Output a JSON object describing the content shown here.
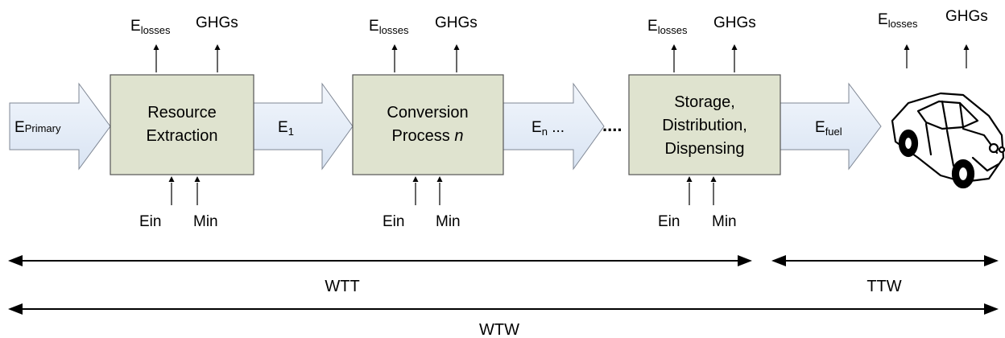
{
  "colors": {
    "block_fill": "#dfe3cf",
    "block_stroke": "#555555",
    "arrow_fill": "#e7eef8",
    "arrow_stroke": "#7f8794",
    "line": "#000000"
  },
  "stages": [
    {
      "line1": "Resource",
      "line2": "Extraction",
      "line3": "",
      "italic": ""
    },
    {
      "line1": "Conversion",
      "line2": "Process",
      "line3": "",
      "italic": "n"
    },
    {
      "line1": "Storage,",
      "line2": "Distribution,",
      "line3": "Dispensing",
      "italic": ""
    }
  ],
  "flows": [
    {
      "base": "E",
      "sub": "Primary",
      "suffix": ""
    },
    {
      "base": "E",
      "sub": "1",
      "suffix": ""
    },
    {
      "base": "E",
      "sub": "n",
      "suffix": " ..."
    },
    {
      "base": "E",
      "sub": "fuel",
      "suffix": ""
    }
  ],
  "ellipsis": "....",
  "outputs": {
    "e_base": "E",
    "e_sub": "losses",
    "ghg": "GHGs"
  },
  "inputs": {
    "ein": "Ein",
    "min": "Min"
  },
  "ranges": {
    "wtt": "WTT",
    "ttw": "TTW",
    "wtw": "WTW"
  },
  "vehicle_icon": "car-icon"
}
